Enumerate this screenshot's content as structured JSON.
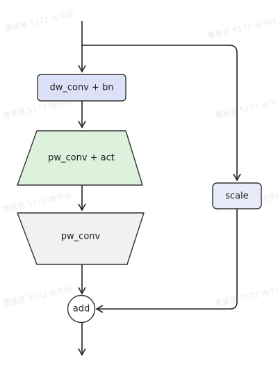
{
  "diagram": {
    "nodes": {
      "dw_conv": {
        "label": "dw_conv + bn",
        "fill": "#dde1f7",
        "stroke": "#333333"
      },
      "pw_conv_act": {
        "label": "pw_conv + act",
        "fill": "#dcf2dc",
        "stroke": "#333333"
      },
      "pw_conv": {
        "label": "pw_conv",
        "fill": "#f1f1f1",
        "stroke": "#333333"
      },
      "scale": {
        "label": "scale",
        "fill": "#e8ebf8",
        "stroke": "#333333"
      },
      "add": {
        "label": "add",
        "fill": "#ffffff",
        "stroke": "#333333"
      }
    },
    "edges": [
      {
        "from": "input",
        "to": "dw_conv"
      },
      {
        "from": "input",
        "to": "scale"
      },
      {
        "from": "dw_conv",
        "to": "pw_conv_act"
      },
      {
        "from": "pw_conv_act",
        "to": "pw_conv"
      },
      {
        "from": "pw_conv",
        "to": "add"
      },
      {
        "from": "scale",
        "to": "add"
      },
      {
        "from": "add",
        "to": "output"
      }
    ],
    "watermark": "曹星星 5172 地平线"
  }
}
